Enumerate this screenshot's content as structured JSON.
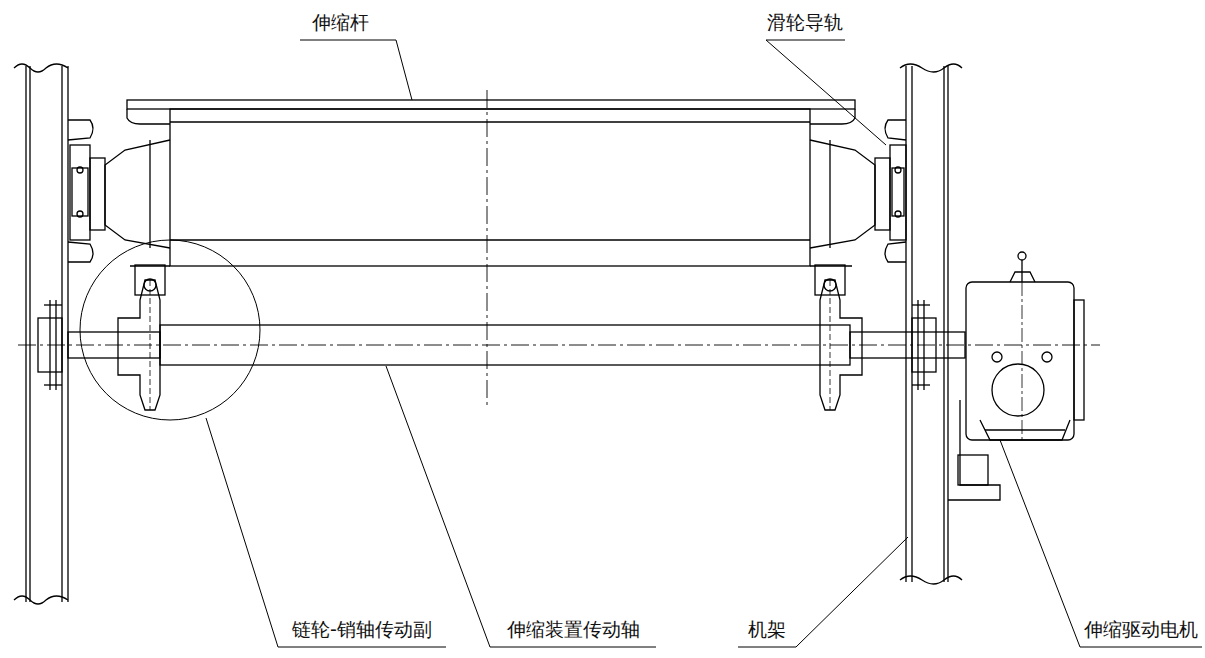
{
  "diagram": {
    "labels": [
      "伸缩杆",
      "滑轮导轨",
      "链轮-销轴传动副",
      "伸缩装置传动轴",
      "机架",
      "伸缩驱动电机"
    ]
  }
}
